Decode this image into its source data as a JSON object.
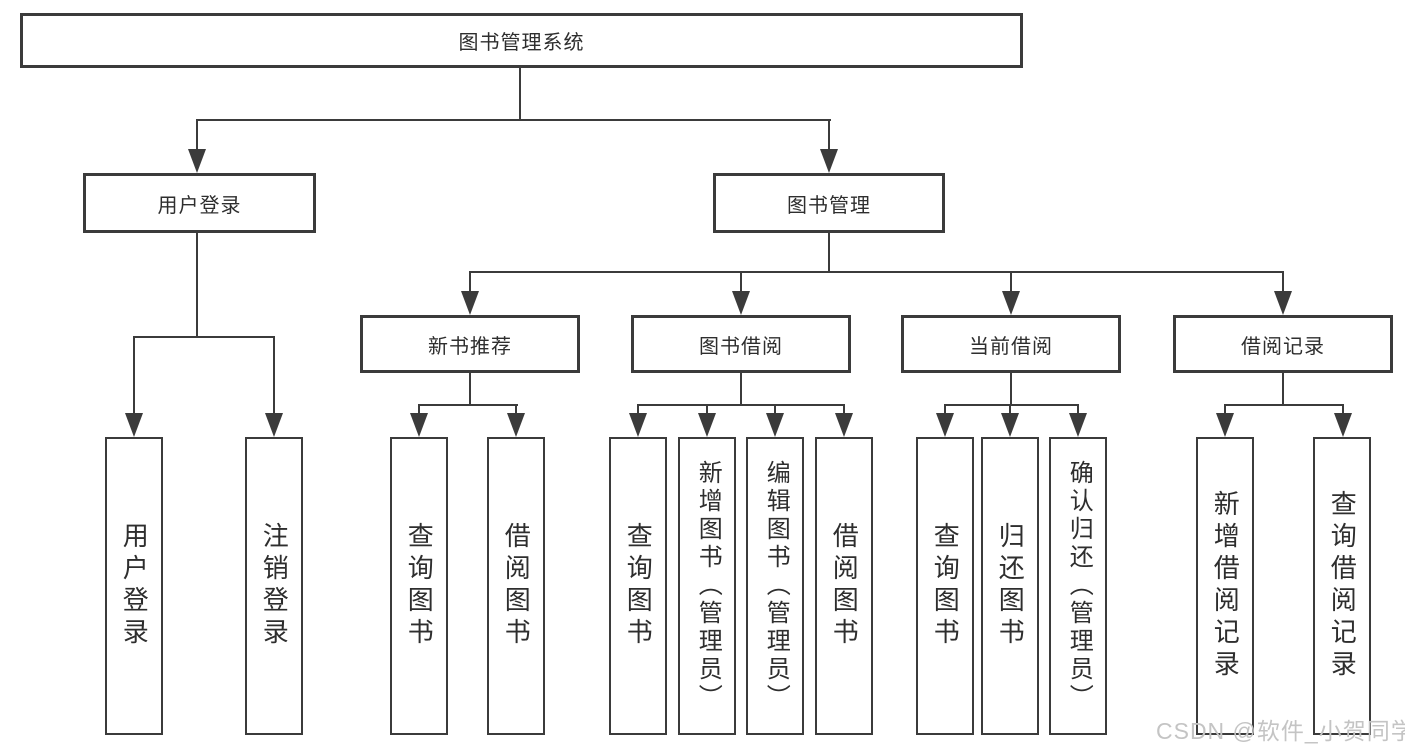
{
  "diagram": {
    "type": "hierarchy-tree",
    "title": "图书管理系统",
    "colors": {
      "line": "#3b3b3b",
      "text": "#2e2e2e",
      "background": "#ffffff",
      "watermark": "#c4c4c4"
    },
    "hierarchy": {
      "图书管理系统": {
        "用户登录": [
          "用户登录",
          "注销登录"
        ],
        "图书管理": {
          "新书推荐": [
            "查询图书",
            "借阅图书"
          ],
          "图书借阅": [
            "查询图书",
            "新增图书（管理员）",
            "编辑图书（管理员）",
            "借阅图书"
          ],
          "当前借阅": [
            "查询图书",
            "归还图书",
            "确认归还（管理员）"
          ],
          "借阅记录": [
            "新增借阅记录",
            "查询借阅记录"
          ]
        }
      }
    }
  },
  "nodes": [
    {
      "id": "root",
      "label": "图书管理系统"
    },
    {
      "id": "user-login",
      "label": "用户登录"
    },
    {
      "id": "book-management",
      "label": "图书管理"
    },
    {
      "id": "new-book-recommend",
      "label": "新书推荐"
    },
    {
      "id": "book-borrow",
      "label": "图书借阅"
    },
    {
      "id": "current-borrow",
      "label": "当前借阅"
    },
    {
      "id": "borrow-record",
      "label": "借阅记录"
    },
    {
      "id": "leaf-user-login",
      "label": "用户登录"
    },
    {
      "id": "leaf-logout",
      "label": "注销登录"
    },
    {
      "id": "leaf-query-book-a",
      "label": "查询图书"
    },
    {
      "id": "leaf-borrow-book-a",
      "label": "借阅图书"
    },
    {
      "id": "leaf-query-book-b",
      "label": "查询图书"
    },
    {
      "id": "leaf-add-book-admin",
      "label": "新增图书（管理员）"
    },
    {
      "id": "leaf-edit-book-admin",
      "label": "编辑图书（管理员）"
    },
    {
      "id": "leaf-borrow-book-b",
      "label": "借阅图书"
    },
    {
      "id": "leaf-query-book-c",
      "label": "查询图书"
    },
    {
      "id": "leaf-return-book",
      "label": "归还图书"
    },
    {
      "id": "leaf-confirm-return-admin",
      "label": "确认归还（管理员）"
    },
    {
      "id": "leaf-add-borrow-record",
      "label": "新增借阅记录"
    },
    {
      "id": "leaf-query-borrow-record",
      "label": "查询借阅记录"
    }
  ],
  "watermark": {
    "text": "CSDN @软件_小贺同学"
  }
}
